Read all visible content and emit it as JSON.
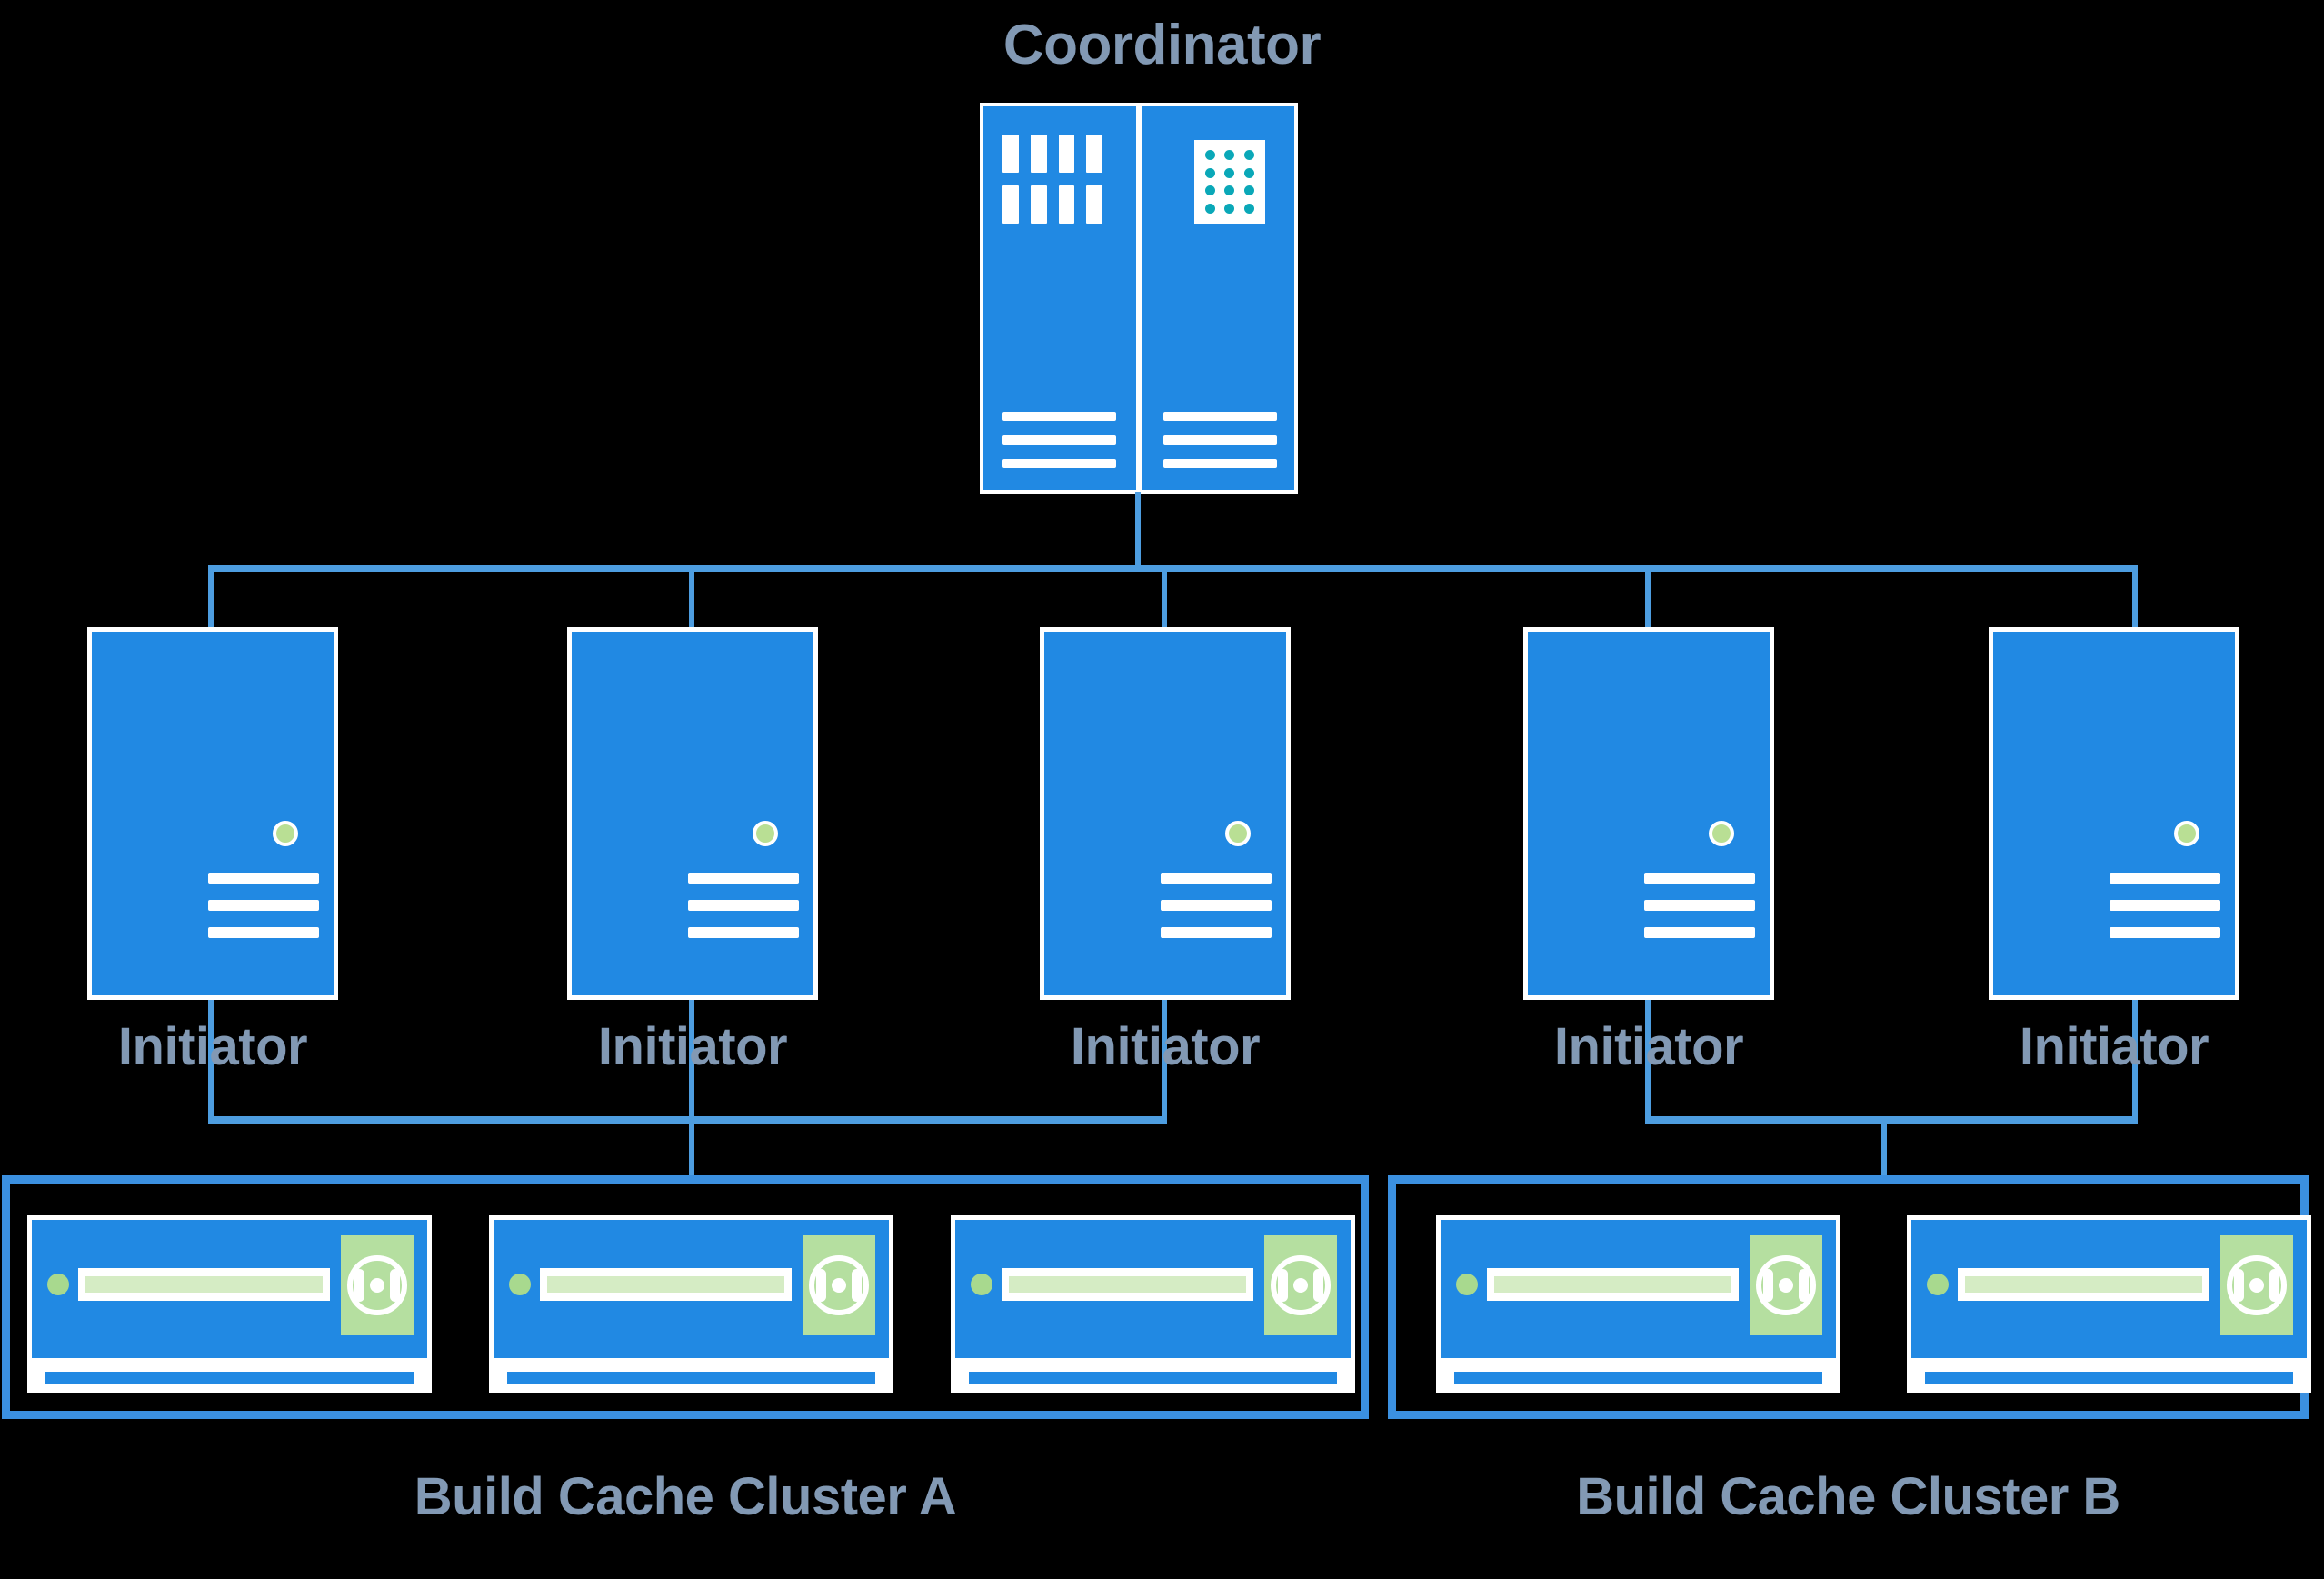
{
  "diagram": {
    "background_color": "#000000",
    "accent_blue": "#2189e3",
    "line_blue": "#4d9de0",
    "box_blue": "#3b90e0",
    "label_color": "#8299b4",
    "status_green": "#b9df94",
    "disk_green": "#b5dfa0",
    "grid_teal": "#0aa8b8"
  },
  "coordinator": {
    "title": "Coordinator",
    "icon": "server-rack-icon",
    "panels": [
      {
        "name": "left-panel",
        "icon": "blade-bars-icon"
      },
      {
        "name": "right-panel",
        "icon": "dot-matrix-icon"
      }
    ]
  },
  "initiators": [
    {
      "label": "Initiator",
      "icon": "server-icon",
      "cluster": "A"
    },
    {
      "label": "Initiator",
      "icon": "server-icon",
      "cluster": "A"
    },
    {
      "label": "Initiator",
      "icon": "server-icon",
      "cluster": "A"
    },
    {
      "label": "Initiator",
      "icon": "server-icon",
      "cluster": "B"
    },
    {
      "label": "Initiator",
      "icon": "server-icon",
      "cluster": "B"
    }
  ],
  "clusters": [
    {
      "label": "Build Cache Cluster A",
      "nodes": [
        {
          "icon": "cache-node-icon"
        },
        {
          "icon": "cache-node-icon"
        },
        {
          "icon": "cache-node-icon"
        }
      ]
    },
    {
      "label": "Build Cache Cluster B",
      "nodes": [
        {
          "icon": "cache-node-icon"
        },
        {
          "icon": "cache-node-icon"
        }
      ]
    }
  ]
}
